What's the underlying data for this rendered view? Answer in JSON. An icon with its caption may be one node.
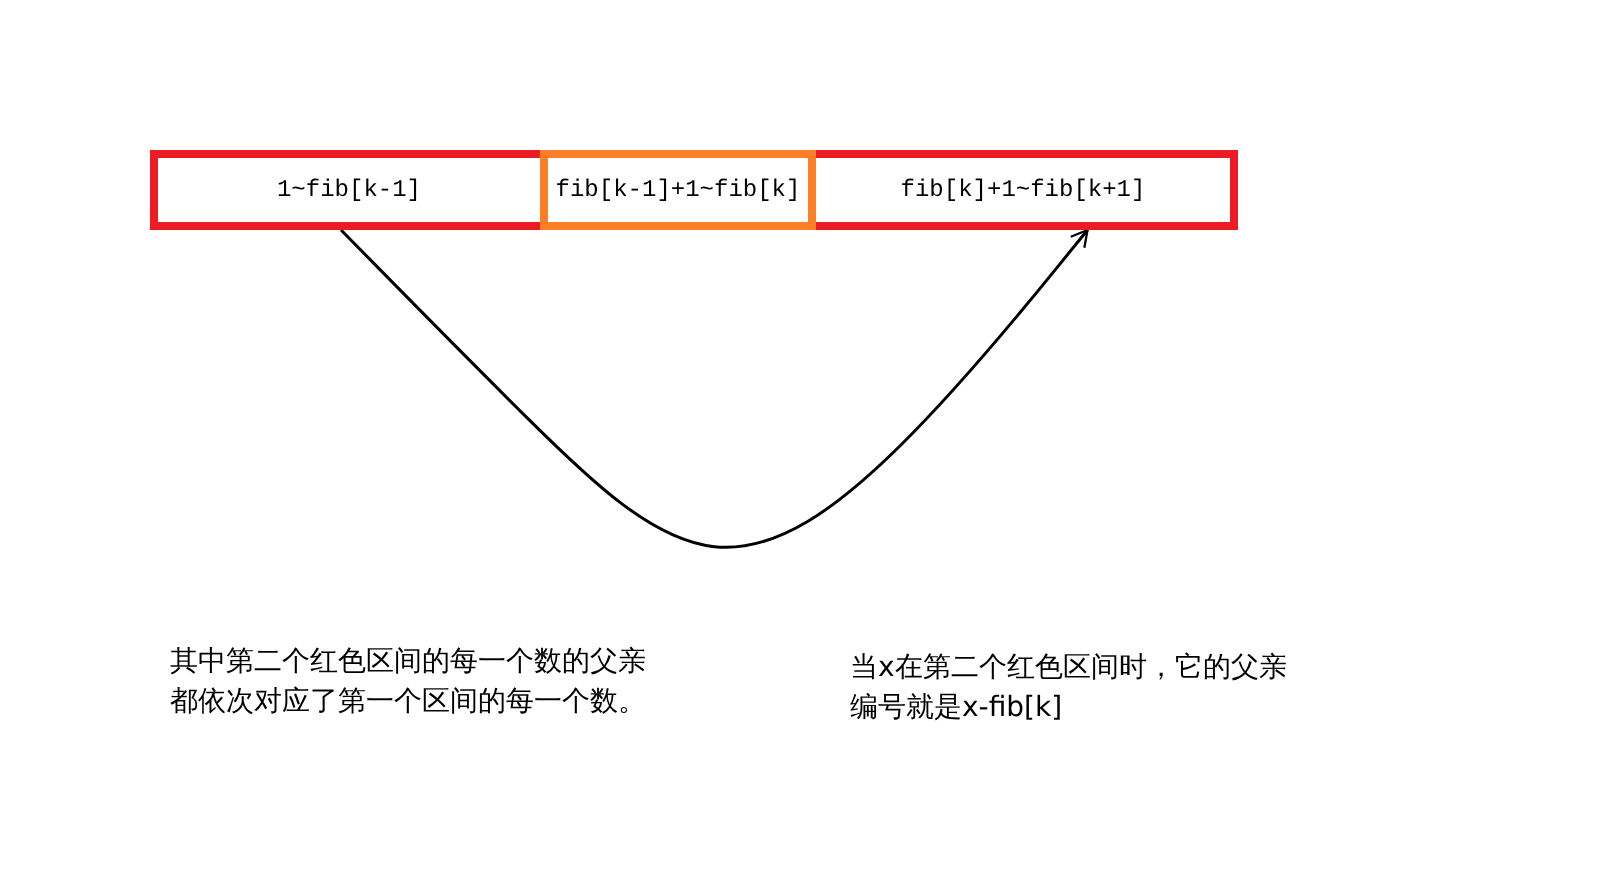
{
  "diagram": {
    "nodes": [
      {
        "text": [
          "1~fib[k-1]"
        ]
      },
      {
        "text": [
          "fib[k-1]+1~fib[k]"
        ]
      },
      {
        "text": [
          "fib[k]+1~fib[k+1]"
        ]
      }
    ],
    "edges": [
      {
        "from": 0,
        "to": 2,
        "arrow": "to"
      }
    ],
    "labels": [
      "其中第二个红色区间的每一个数的父亲都依次对应了第一个区间的每一个数。",
      "当x在第二个红色区间时，它的父亲编号就是x-fib[k]"
    ]
  }
}
